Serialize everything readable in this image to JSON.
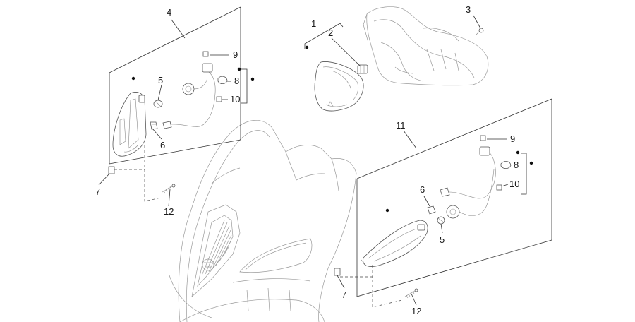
{
  "callouts": {
    "c1": "1",
    "c2": "2",
    "c3": "3",
    "c4": "4",
    "c5a": "5",
    "c6a": "6",
    "c7a": "7",
    "c8a": "8",
    "c9a": "9",
    "c10a": "10",
    "c11": "11",
    "c12a": "12",
    "c5b": "5",
    "c6b": "6",
    "c7b": "7",
    "c8b": "8",
    "c9b": "9",
    "c10b": "10",
    "c12b": "12"
  },
  "colors": {
    "line": "#333333",
    "ghost": "#9a9a9a",
    "marker": "#111111"
  }
}
